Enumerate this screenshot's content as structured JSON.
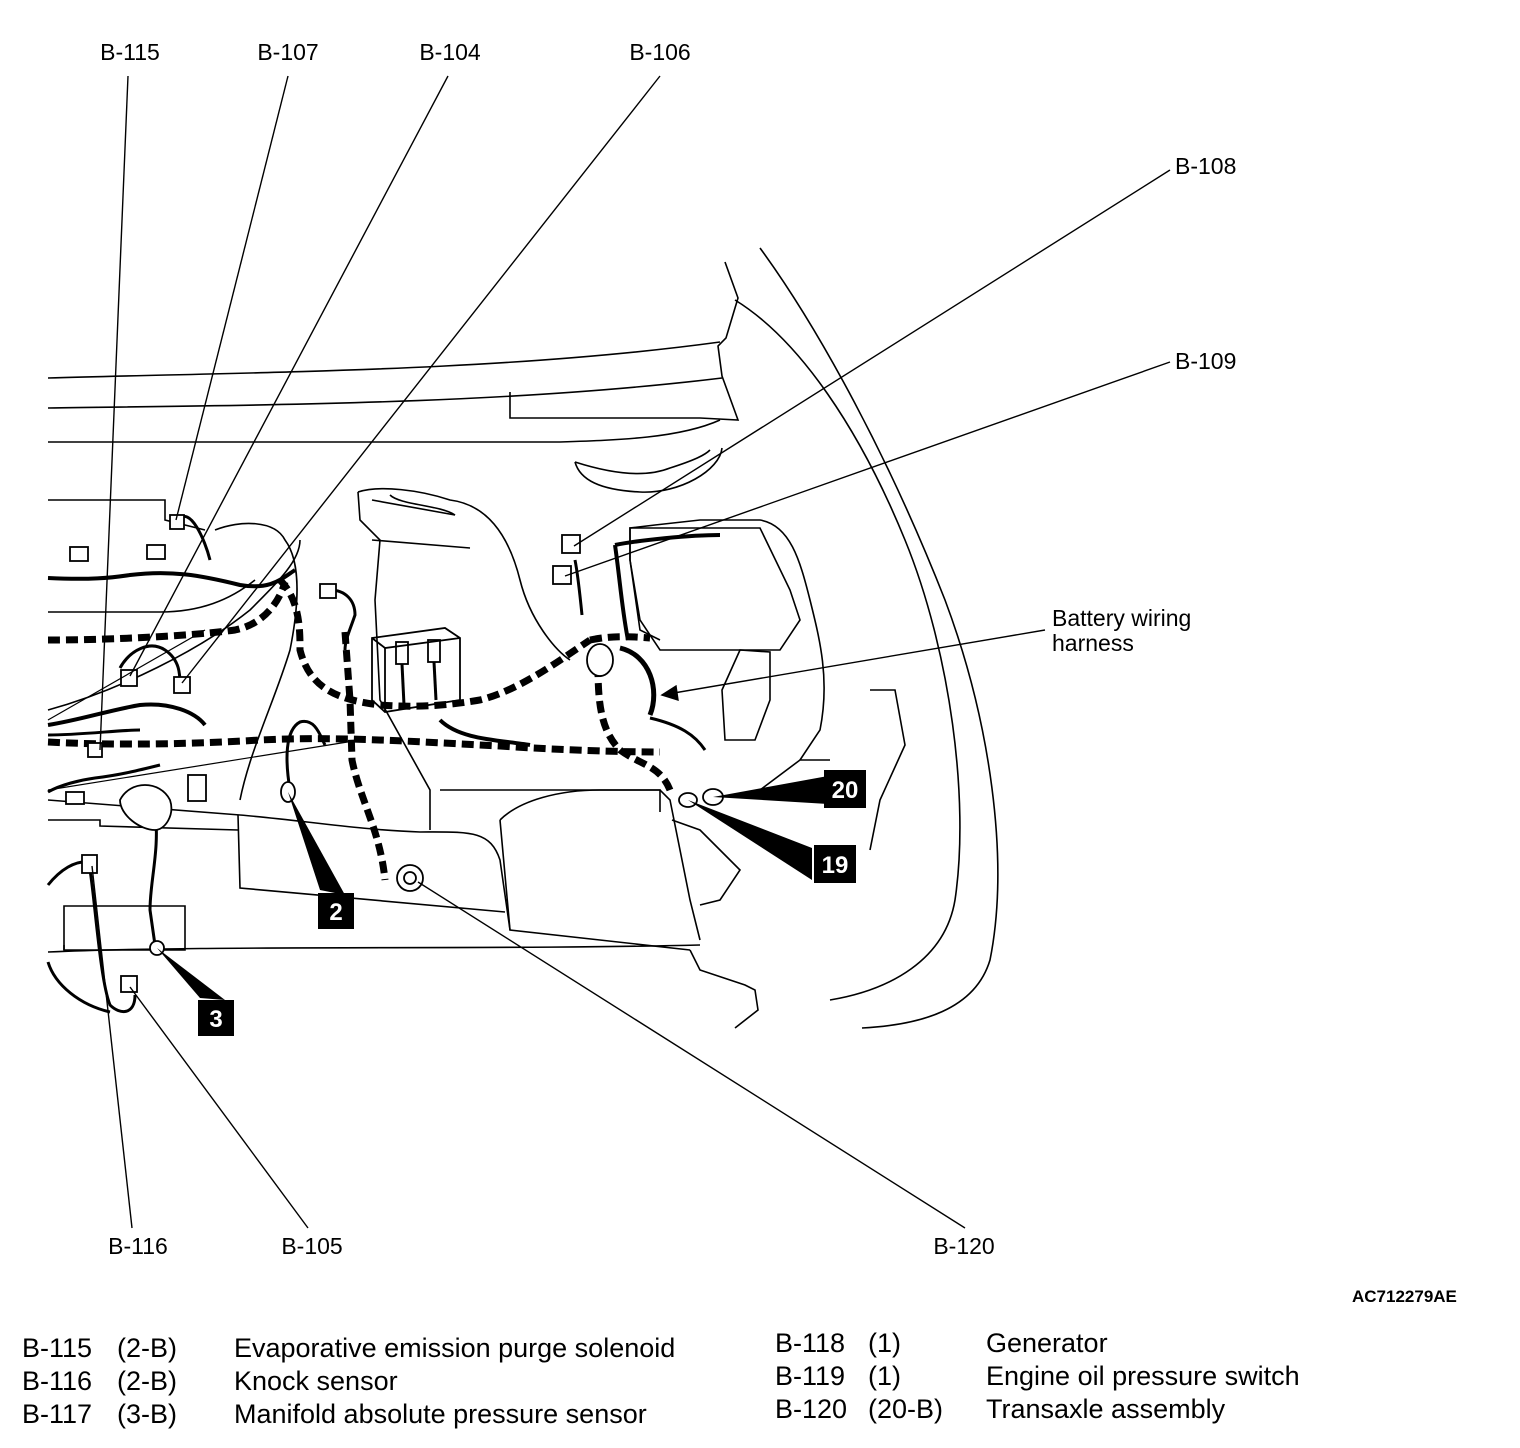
{
  "callouts": {
    "top": [
      "B-115",
      "B-107",
      "B-104",
      "B-106"
    ],
    "right": [
      "B-108",
      "B-109"
    ],
    "bottom": [
      "B-116",
      "B-105",
      "B-120"
    ]
  },
  "battery_harness_label": [
    "Battery wiring",
    "harness"
  ],
  "badges": [
    "2",
    "3",
    "19",
    "20"
  ],
  "figure_id": "AC712279AE",
  "legend_left": [
    {
      "code": "B-115",
      "ref": "(2-B)",
      "name": "Evaporative emission purge solenoid"
    },
    {
      "code": "B-116",
      "ref": "(2-B)",
      "name": "Knock sensor"
    },
    {
      "code": "B-117",
      "ref": "(3-B)",
      "name": "Manifold absolute pressure sensor"
    }
  ],
  "legend_right": [
    {
      "code": "B-118",
      "ref": "(1)",
      "name": "Generator"
    },
    {
      "code": "B-119",
      "ref": "(1)",
      "name": "Engine oil pressure switch"
    },
    {
      "code": "B-120",
      "ref": "(20-B)",
      "name": "Transaxle assembly"
    }
  ]
}
